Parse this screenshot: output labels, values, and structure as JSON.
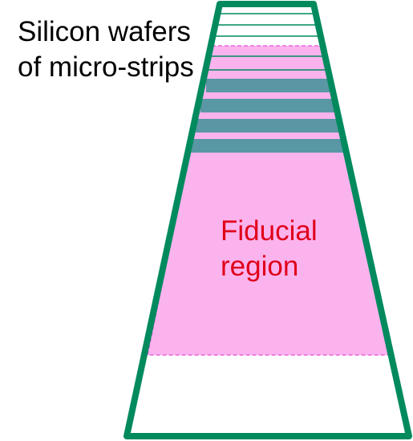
{
  "labels": {
    "wafers_line1": "Silicon wafers",
    "wafers_line2": "of micro-strips",
    "fiducial_line1": "Fiducial",
    "fiducial_line2": "region"
  },
  "colors": {
    "outline": "#008a5e",
    "fiducial_fill": "#fbb3ee",
    "fiducial_border": "#e64fd6",
    "wafer_strip": "#5a97a4",
    "fiducial_text": "#e0001b"
  },
  "elements": {
    "wafer_strip_count": 8,
    "highlighted_strip_count": 4
  }
}
